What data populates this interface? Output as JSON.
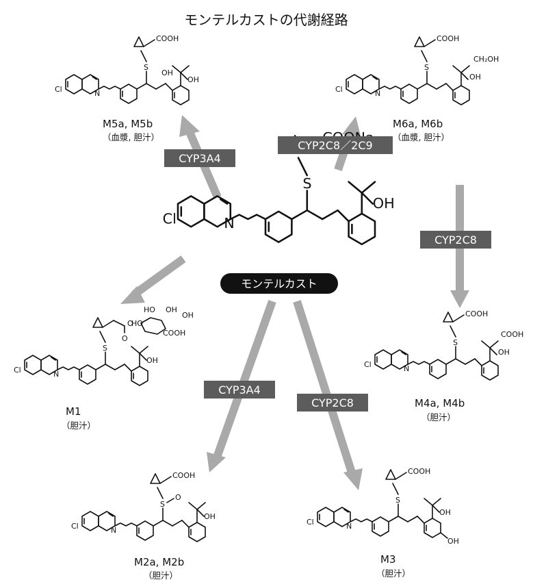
{
  "title": "モンテルカストの代謝経路",
  "center_label": "モンテルカスト",
  "enzymes": {
    "m5": "CYP3A4",
    "m6": "CYP2C8／2C9",
    "m4": "CYP2C8",
    "m2": "CYP3A4",
    "m3": "CYP2C8"
  },
  "metabolites": {
    "m5": {
      "name": "M5a, M5b",
      "source": "（血漿, 胆汁）"
    },
    "m6": {
      "name": "M6a, M6b",
      "source": "（血漿, 胆汁）"
    },
    "m1": {
      "name": "M1",
      "source": "（胆汁）"
    },
    "m4": {
      "name": "M4a, M4b",
      "source": "（胆汁）"
    },
    "m2": {
      "name": "M2a, M2b",
      "source": "（胆汁）"
    },
    "m3": {
      "name": "M3",
      "source": "（胆汁）"
    }
  },
  "atoms": {
    "cl": "Cl",
    "n": "N",
    "s": "S",
    "oh": "OH",
    "o": "O",
    "ho": "HO",
    "cooh": "COOH",
    "coona": "COONa",
    "ch2oh": "CH₂OH"
  },
  "colors": {
    "arrow": "#a9a9a9",
    "label_bg": "#5c5c5c",
    "label_text": "#ffffff",
    "center_bg": "#111111"
  }
}
